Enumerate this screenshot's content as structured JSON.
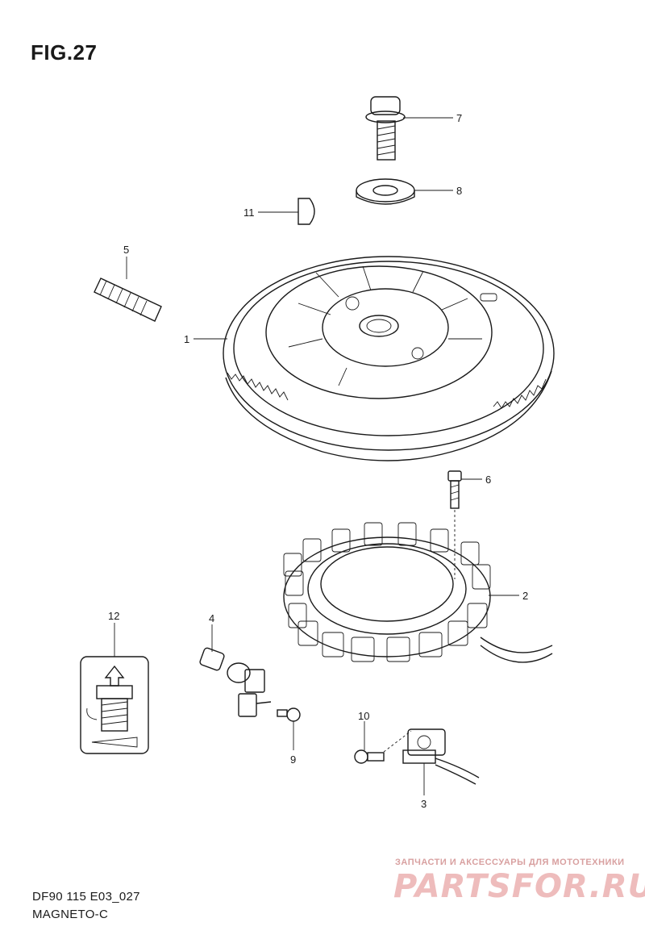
{
  "figure": {
    "title": "FIG.27"
  },
  "callouts": {
    "c1": "1",
    "c2": "2",
    "c3": "3",
    "c4": "4",
    "c5": "5",
    "c6": "6",
    "c7": "7",
    "c8": "8",
    "c9": "9",
    "c10": "10",
    "c11": "11",
    "c12": "12"
  },
  "footer": {
    "doc_code": "DF90 115 E03_027",
    "section": "MAGNETO-C"
  },
  "watermark": {
    "tagline": "ЗАПЧАСТИ И АКСЕССУАРЫ ДЛЯ МОТОТЕХНИКИ",
    "logo": "PARTSFOR.RU"
  }
}
